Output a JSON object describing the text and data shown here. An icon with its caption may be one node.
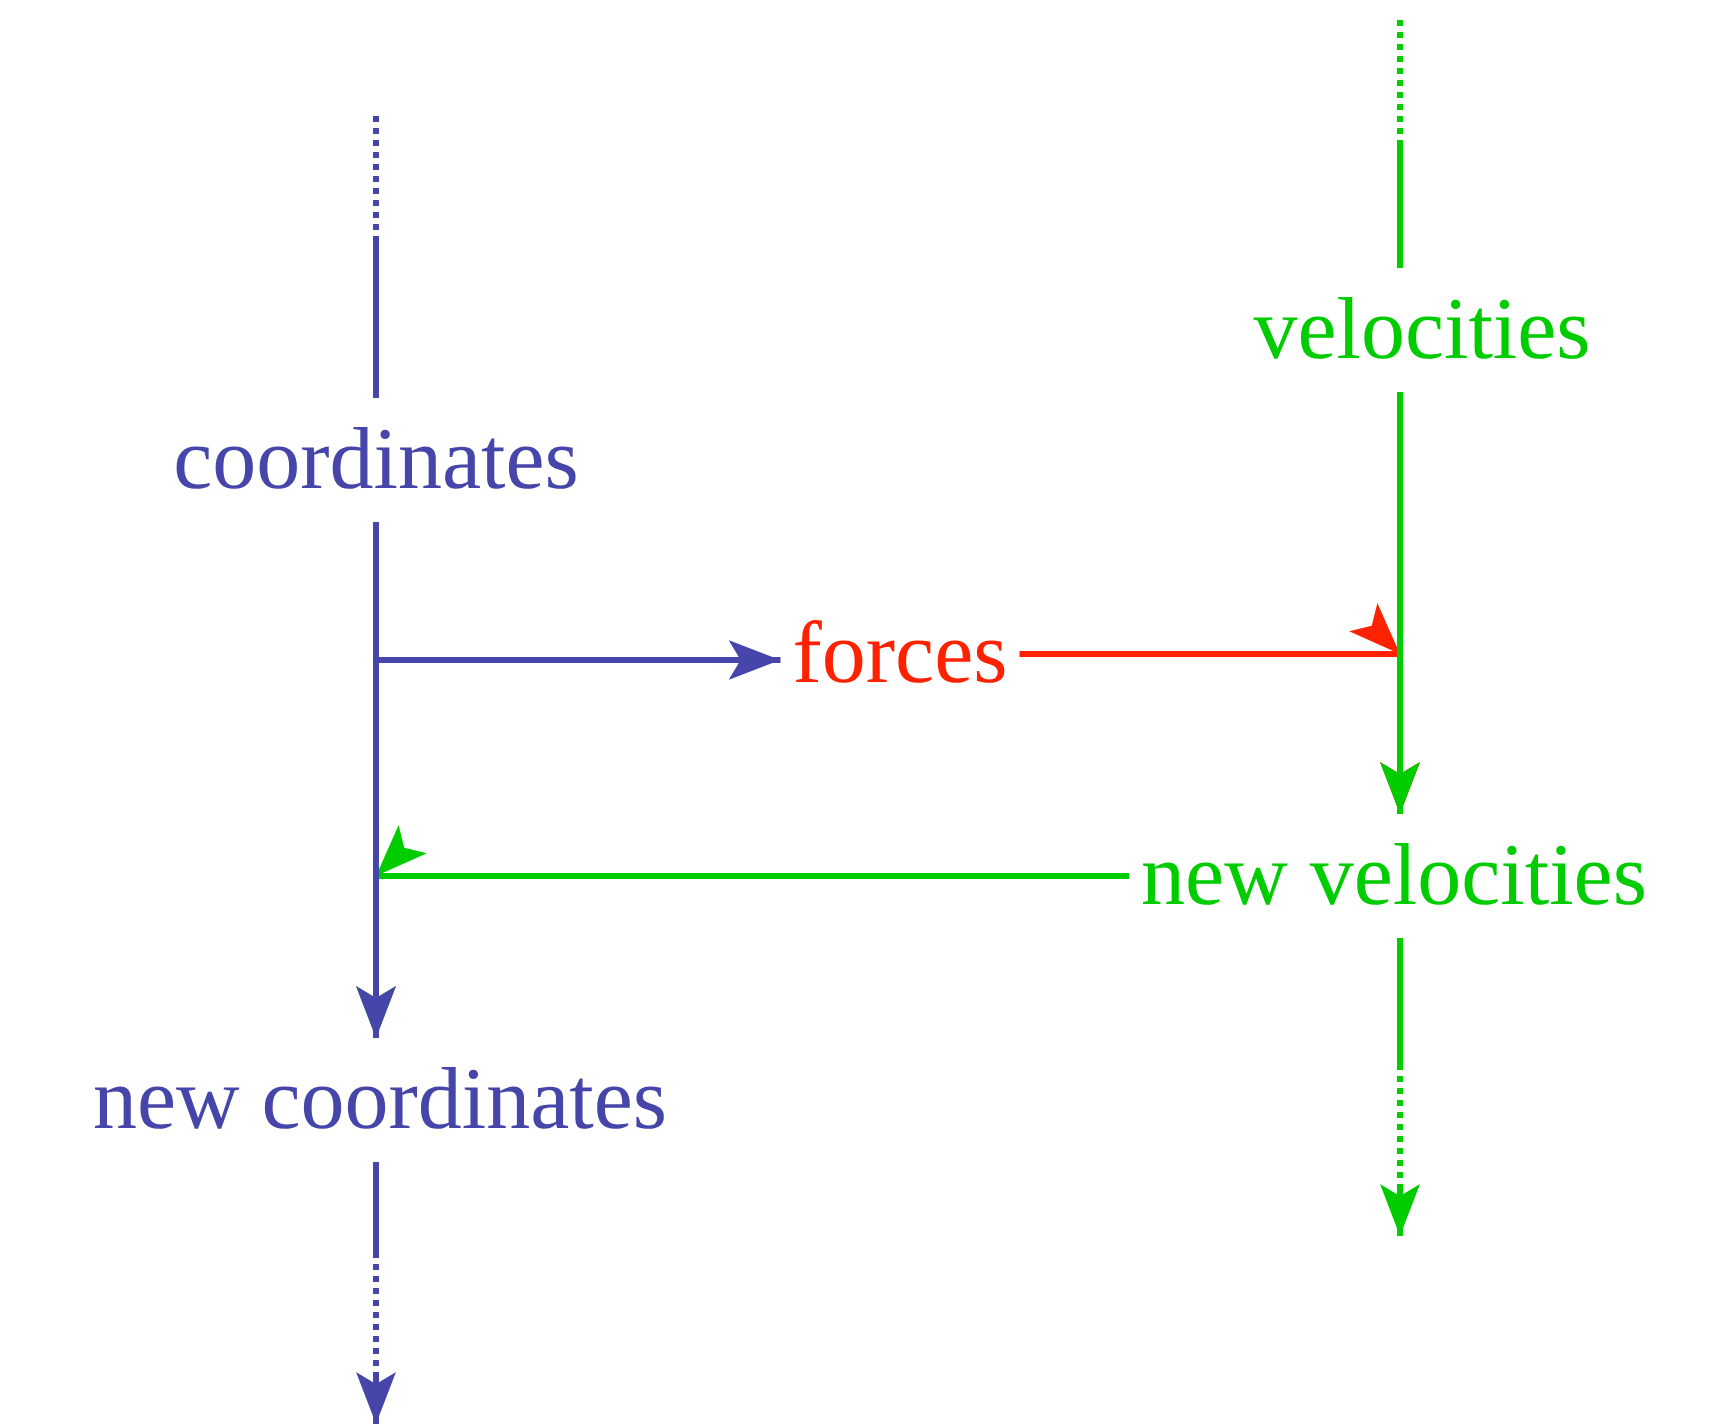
{
  "diagram": {
    "nodes": [
      {
        "text": [
          "coordinates"
        ]
      },
      {
        "text": [
          "velocities"
        ]
      },
      {
        "text": [
          "forces"
        ]
      },
      {
        "text": [
          "new velocities"
        ]
      },
      {
        "text": [
          "new coordinates"
        ]
      }
    ],
    "edges": [
      {
        "from": null,
        "to": 0,
        "arrow": "none",
        "style": "dashed",
        "color": "#4646aa"
      },
      {
        "from": null,
        "to": 1,
        "arrow": "none",
        "style": "dashed",
        "color": "#00cc00"
      },
      {
        "from": 0,
        "to": 2,
        "arrow": "to",
        "color": "#4646aa"
      },
      {
        "from": 2,
        "to": 3,
        "arrow": "to",
        "color": "#ff2200"
      },
      {
        "from": 1,
        "to": 3,
        "arrow": "to",
        "color": "#00cc00"
      },
      {
        "from": 3,
        "to": 4,
        "arrow": "to",
        "color": "#00cc00"
      },
      {
        "from": 0,
        "to": 4,
        "arrow": "to",
        "color": "#4646aa"
      },
      {
        "from": 4,
        "to": null,
        "arrow": "to",
        "style": "dashed",
        "color": "#4646aa"
      },
      {
        "from": 3,
        "to": null,
        "arrow": "to",
        "style": "dashed",
        "color": "#00cc00"
      }
    ]
  }
}
